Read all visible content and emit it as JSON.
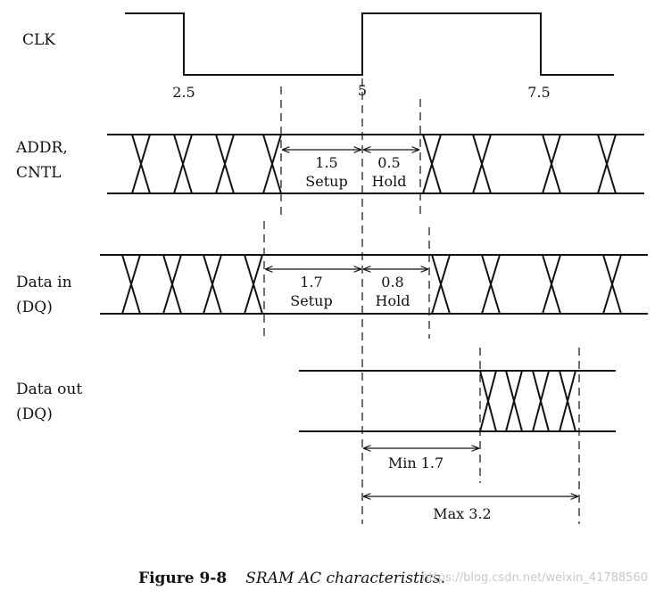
{
  "signals": {
    "clk": "CLK",
    "addr_line1": "ADDR,",
    "addr_line2": "CNTL",
    "din_line1": "Data in",
    "din_line2": "(DQ)",
    "dout_line1": "Data out",
    "dout_line2": "(DQ)"
  },
  "clock_ticks": [
    "2.5",
    "5",
    "7.5"
  ],
  "addr_timing": {
    "setup_value": "1.5",
    "setup_label": "Setup",
    "hold_value": "0.5",
    "hold_label": "Hold"
  },
  "din_timing": {
    "setup_value": "1.7",
    "setup_label": "Setup",
    "hold_value": "0.8",
    "hold_label": "Hold"
  },
  "dout_timing": {
    "min_label": "Min 1.7",
    "max_label": "Max 3.2"
  },
  "caption": {
    "number": "Figure 9-8",
    "title": "SRAM AC characteristics."
  },
  "watermark": "https://blog.csdn.net/weixin_41788560"
}
